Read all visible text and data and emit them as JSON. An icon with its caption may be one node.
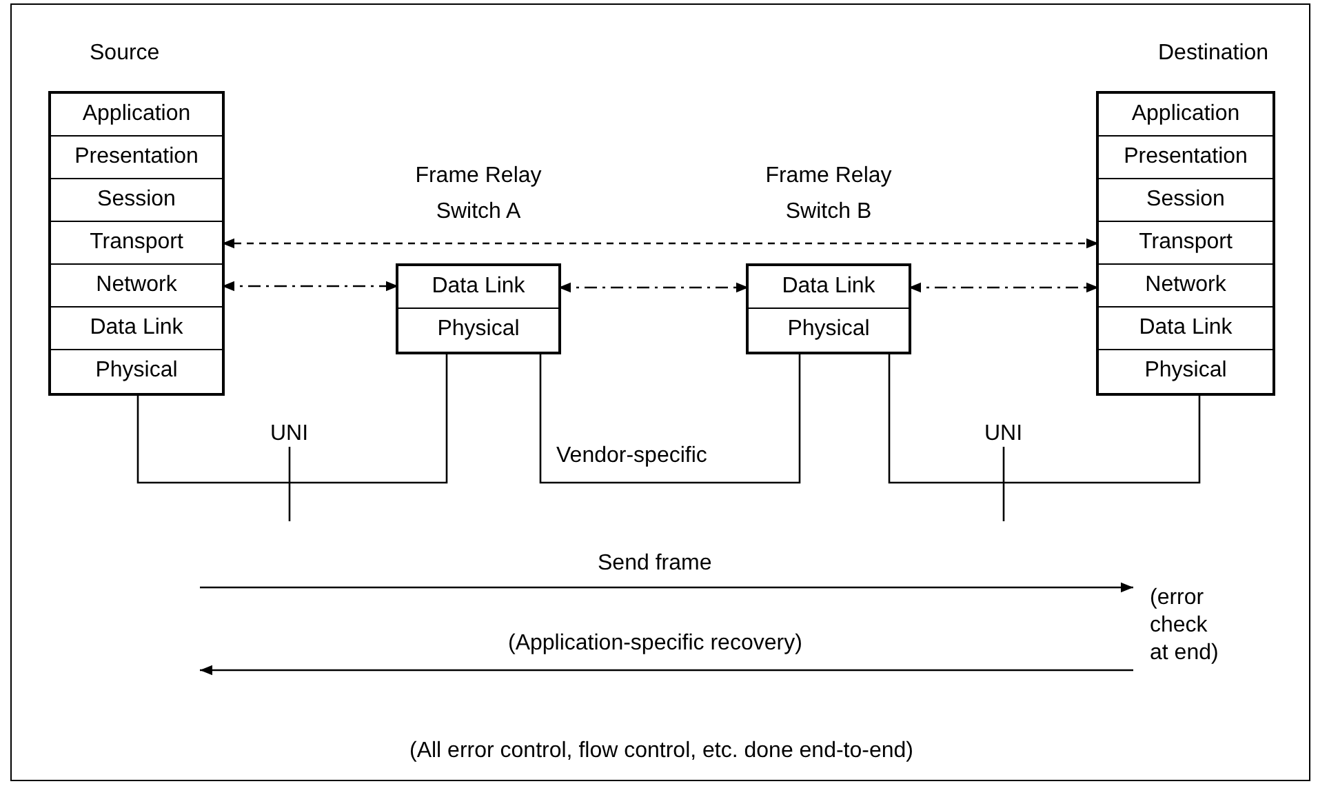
{
  "diagram": {
    "nodes": [
      {
        "text": [
          "Source"
        ]
      },
      {
        "text": [
          "Application"
        ],
        "in": 0
      },
      {
        "text": [
          "Presentation"
        ],
        "in": 0
      },
      {
        "text": [
          "Session"
        ],
        "in": 0
      },
      {
        "text": [
          "Transport"
        ],
        "in": 0
      },
      {
        "text": [
          "Network"
        ],
        "in": 0
      },
      {
        "text": [
          "Data Link"
        ],
        "in": 0
      },
      {
        "text": [
          "Physical"
        ],
        "in": 0
      },
      {
        "text": [
          "Frame Relay Switch A"
        ]
      },
      {
        "text": [
          "Data Link"
        ],
        "in": 8
      },
      {
        "text": [
          "Physical"
        ],
        "in": 8
      },
      {
        "text": [
          "Frame Relay Switch B"
        ]
      },
      {
        "text": [
          "Data Link"
        ],
        "in": 11
      },
      {
        "text": [
          "Physical"
        ],
        "in": 11
      },
      {
        "text": [
          "Destination"
        ]
      },
      {
        "text": [
          "Application"
        ],
        "in": 14
      },
      {
        "text": [
          "Presentation"
        ],
        "in": 14
      },
      {
        "text": [
          "Session"
        ],
        "in": 14
      },
      {
        "text": [
          "Transport"
        ],
        "in": 14
      },
      {
        "text": [
          "Network"
        ],
        "in": 14
      },
      {
        "text": [
          "Data Link"
        ],
        "in": 14
      },
      {
        "text": [
          "Physical"
        ],
        "in": 14
      },
      {
        "text": [
          "(error check at end)"
        ]
      }
    ],
    "edges": [
      {
        "from": 4,
        "to": 18,
        "arrow": "both",
        "style": "dashed"
      },
      {
        "from": 5,
        "to": 9,
        "arrow": "both",
        "style": "dashed"
      },
      {
        "from": 9,
        "to": 12,
        "arrow": "both",
        "style": "dashed"
      },
      {
        "from": 12,
        "to": 19,
        "arrow": "both",
        "style": "dashed"
      },
      {
        "from": 7,
        "to": 10,
        "arrow": "none",
        "label": "UNI"
      },
      {
        "from": 10,
        "to": 13,
        "arrow": "none",
        "label": "Vendor-specific"
      },
      {
        "from": 13,
        "to": 21,
        "arrow": "none",
        "label": "UNI"
      },
      {
        "from": null,
        "to": 22,
        "arrow": "to",
        "label": "Send frame"
      },
      {
        "from": 22,
        "to": null,
        "arrow": "to",
        "label": "(Application-specific recovery)"
      }
    ],
    "labels": [
      "(All error control, flow control, etc. done end-to-end)"
    ]
  }
}
